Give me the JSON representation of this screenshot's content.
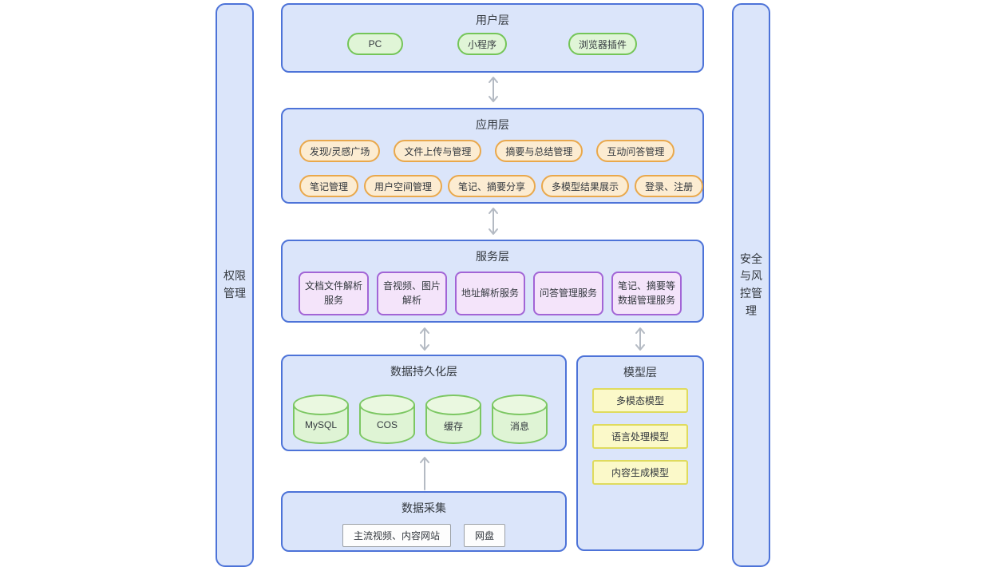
{
  "diagram": {
    "left_bar": {
      "label": "权限管理"
    },
    "right_bar": {
      "label": "安全与风控管理"
    },
    "user_layer": {
      "title": "用户层",
      "items": [
        "PC",
        "小程序",
        "浏览器插件"
      ]
    },
    "app_layer": {
      "title": "应用层",
      "row1": [
        "发现/灵感广场",
        "文件上传与管理",
        "摘要与总结管理",
        "互动问答管理"
      ],
      "row2": [
        "笔记管理",
        "用户空间管理",
        "笔记、摘要分享",
        "多模型结果展示",
        "登录、注册"
      ]
    },
    "service_layer": {
      "title": "服务层",
      "items": [
        "文档文件解析服务",
        "音视频、图片解析",
        "地址解析服务",
        "问答管理服务",
        "笔记、摘要等数据管理服务"
      ]
    },
    "persistence_layer": {
      "title": "数据持久化层",
      "items": [
        "MySQL",
        "COS",
        "缓存",
        "消息"
      ]
    },
    "model_layer": {
      "title": "模型层",
      "items": [
        "多模态模型",
        "语言处理模型",
        "内容生成模型"
      ]
    },
    "collection_layer": {
      "title": "数据采集",
      "items": [
        "主流视频、内容网站",
        "网盘"
      ]
    },
    "colors": {
      "layer_fill": "#dbe5fa",
      "layer_border": "#4d73d8",
      "green_fill": "#e0f5d7",
      "green_border": "#74c558",
      "orange_fill": "#fcecd2",
      "orange_border": "#e9a84c",
      "purple_fill": "#f4e4fa",
      "purple_border": "#a265d6",
      "yellow_fill": "#fbf9c9",
      "yellow_border": "#dfdb5e",
      "gray_border": "#9ba0a6",
      "arrow": "#b4bac3",
      "text": "#33383e"
    }
  }
}
